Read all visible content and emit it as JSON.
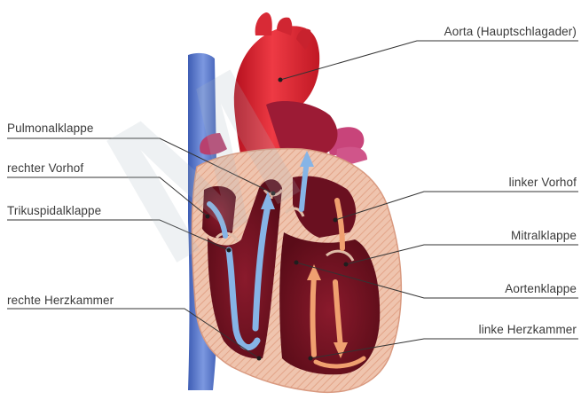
{
  "labels": {
    "aorta": "Aorta (Hauptschlagader)",
    "pulmonalklappe": "Pulmonalklappe",
    "rechter_vorhof": "rechter Vorhof",
    "trikuspidalklappe": "Trikuspidalklappe",
    "rechte_herzkammer": "rechte Herzkammer",
    "linker_vorhof": "linker Vorhof",
    "mitralklappe": "Mitralklappe",
    "aortenklappe": "Aortenklappe",
    "linke_herzkammer": "linke Herzkammer"
  },
  "colors": {
    "heart_wall": "#e8b9a4",
    "myocardium": "#7a1424",
    "aorta": "#e8303c",
    "vena_cava": "#4f6fc4",
    "pulmonary": "#c8447a",
    "deoxygenated_flow": "#86b4e6",
    "oxygenated_flow": "#f0a070",
    "leader_line": "#333333"
  }
}
